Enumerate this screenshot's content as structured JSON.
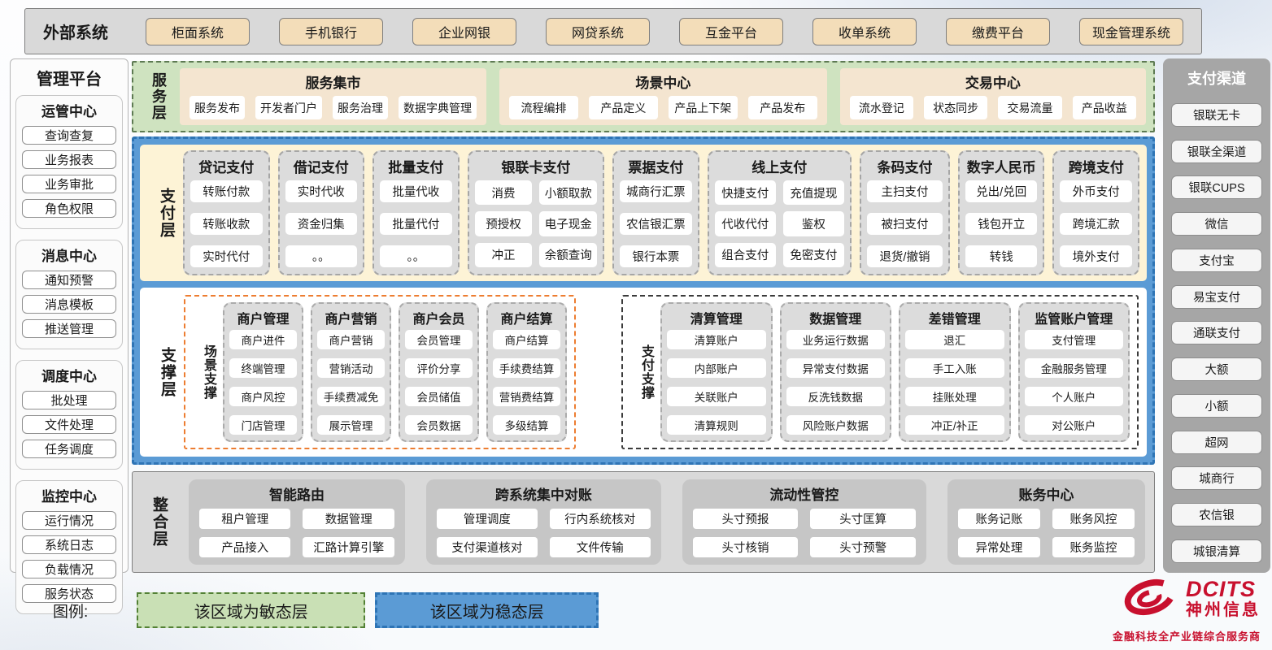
{
  "external": {
    "label": "外部系统",
    "systems": [
      "柜面系统",
      "手机银行",
      "企业网银",
      "网贷系统",
      "互金平台",
      "收单系统",
      "缴费平台",
      "现金管理系统"
    ]
  },
  "management": {
    "title": "管理平台",
    "sections": [
      {
        "title": "运管中心",
        "items": [
          "查询查复",
          "业务报表",
          "业务审批",
          "角色权限"
        ]
      },
      {
        "title": "消息中心",
        "items": [
          "通知预警",
          "消息模板",
          "推送管理"
        ]
      },
      {
        "title": "调度中心",
        "items": [
          "批处理",
          "文件处理",
          "任务调度"
        ]
      },
      {
        "title": "监控中心",
        "items": [
          "运行情况",
          "系统日志",
          "负载情况",
          "服务状态"
        ]
      }
    ]
  },
  "service_layer": {
    "label": "服务层",
    "groups": [
      {
        "title": "服务集市",
        "items": [
          "服务发布",
          "开发者门户",
          "服务治理",
          "数据字典管理"
        ]
      },
      {
        "title": "场景中心",
        "items": [
          "流程编排",
          "产品定义",
          "产品上下架",
          "产品发布"
        ]
      },
      {
        "title": "交易中心",
        "items": [
          "流水登记",
          "状态同步",
          "交易流量",
          "产品收益"
        ]
      }
    ]
  },
  "payment_layer": {
    "label": "支付层",
    "columns": [
      {
        "title": "贷记支付",
        "cols": 1,
        "flex": 1.0,
        "items": [
          "转账付款",
          "转账收款",
          "实时代付"
        ]
      },
      {
        "title": "借记支付",
        "cols": 1,
        "flex": 1.0,
        "items": [
          "实时代收",
          "资金归集",
          "。。"
        ]
      },
      {
        "title": "批量支付",
        "cols": 1,
        "flex": 1.0,
        "items": [
          "批量代收",
          "批量代付",
          "。。"
        ]
      },
      {
        "title": "银联卡支付",
        "cols": 2,
        "flex": 1.7,
        "items": [
          "消费",
          "小额取款",
          "预授权",
          "电子现金",
          "冲正",
          "余额查询"
        ]
      },
      {
        "title": "票据支付",
        "cols": 1,
        "flex": 1.0,
        "items": [
          "城商行汇票",
          "农信银汇票",
          "银行本票"
        ]
      },
      {
        "title": "线上支付",
        "cols": 2,
        "flex": 1.8,
        "items": [
          "快捷支付",
          "充值提现",
          "代收代付",
          "鉴权",
          "组合支付",
          "免密支付"
        ]
      },
      {
        "title": "条码支付",
        "cols": 1,
        "flex": 1.05,
        "items": [
          "主扫支付",
          "被扫支付",
          "退货/撤销"
        ]
      },
      {
        "title": "数字人民币",
        "cols": 1,
        "flex": 1.0,
        "items": [
          "兑出/兑回",
          "钱包开立",
          "转钱"
        ]
      },
      {
        "title": "跨境支付",
        "cols": 1,
        "flex": 1.0,
        "items": [
          "外币支付",
          "跨境汇款",
          "境外支付"
        ]
      }
    ]
  },
  "support_layer": {
    "label": "支撑层",
    "sections": [
      {
        "label": "场景支撑",
        "accent": "orange",
        "columns": [
          {
            "title": "商户管理",
            "items": [
              "商户进件",
              "终端管理",
              "商户风控",
              "门店管理"
            ]
          },
          {
            "title": "商户营销",
            "items": [
              "商户营销",
              "营销活动",
              "手续费减免",
              "展示管理"
            ]
          },
          {
            "title": "商户会员",
            "items": [
              "会员管理",
              "评价分享",
              "会员储值",
              "会员数据"
            ]
          },
          {
            "title": "商户结算",
            "items": [
              "商户结算",
              "手续费结算",
              "营销费结算",
              "多级结算"
            ]
          }
        ]
      },
      {
        "label": "支付支撑",
        "accent": "dark",
        "columns": [
          {
            "title": "清算管理",
            "items": [
              "清算账户",
              "内部账户",
              "关联账户",
              "清算规则"
            ]
          },
          {
            "title": "数据管理",
            "items": [
              "业务运行数据",
              "异常支付数据",
              "反洗钱数据",
              "风险账户数据"
            ]
          },
          {
            "title": "差错管理",
            "items": [
              "退汇",
              "手工入账",
              "挂账处理",
              "冲正/补正"
            ]
          },
          {
            "title": "监管账户管理",
            "items": [
              "支付管理",
              "金融服务管理",
              "个人账户",
              "对公账户"
            ]
          }
        ]
      }
    ]
  },
  "integration_layer": {
    "label": "整合层",
    "groups": [
      {
        "title": "智能路由",
        "flex": 1.05,
        "items": [
          "租户管理",
          "数据管理",
          "产品接入",
          "汇路计算引擎"
        ]
      },
      {
        "title": "跨系统集中对账",
        "flex": 1.15,
        "items": [
          "管理调度",
          "行内系统核对",
          "支付渠道核对",
          "文件传输"
        ]
      },
      {
        "title": "流动性管控",
        "flex": 1.2,
        "items": [
          "头寸预报",
          "头寸匡算",
          "头寸核销",
          "头寸预警"
        ]
      },
      {
        "title": "账务中心",
        "flex": 0.95,
        "items": [
          "账务记账",
          "账务风控",
          "异常处理",
          "账务监控"
        ]
      }
    ]
  },
  "channels": {
    "title": "支付渠道",
    "items": [
      "银联无卡",
      "银联全渠道",
      "银联CUPS",
      "微信",
      "支付宝",
      "易宝支付",
      "通联支付",
      "大额",
      "小额",
      "超网",
      "城商行",
      "农信银",
      "城银清算"
    ]
  },
  "legend": {
    "label": "图例:",
    "items": [
      {
        "text": "该区域为敏态层",
        "type": "agile"
      },
      {
        "text": "该区域为稳态层",
        "type": "stable"
      }
    ]
  },
  "logo": {
    "brand": "DCITS",
    "name": "神州信息",
    "tagline": "金融科技全产业链综合服务商"
  },
  "colors": {
    "agile_green": "#c9e0b5",
    "agile_border": "#538135",
    "stable_blue": "#5b9bd5",
    "stable_border": "#2e74b5",
    "tan_button": "#f3ddb9",
    "cream_panel": "#fdf3d6",
    "scene_orange": "#ed7d31",
    "gray_panel": "#d9d9d9",
    "brand_red": "#c8102e"
  }
}
